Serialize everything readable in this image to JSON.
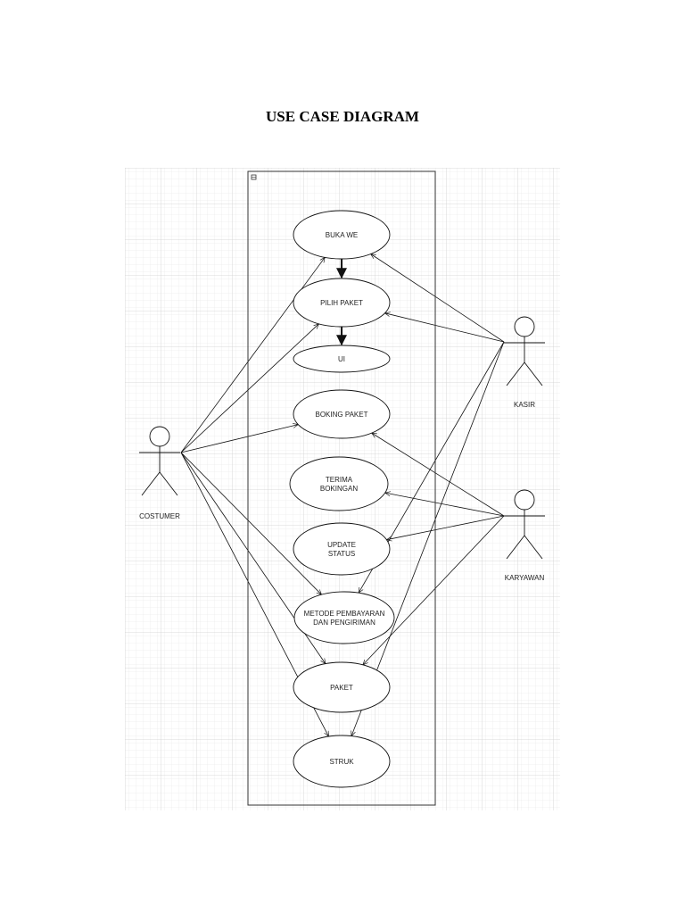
{
  "title": "USE CASE DIAGRAM",
  "system_boundary_icon": "boundary-icon",
  "actors": {
    "costumer": "COSTUMER",
    "kasir": "KASIR",
    "karyawan": "KARYAWAN"
  },
  "use_cases": {
    "buka_we": [
      "BUKA WE"
    ],
    "pilih_paket": [
      "PILIH PAKET"
    ],
    "ui": [
      "UI"
    ],
    "boking_paket": [
      "BOKING PAKET"
    ],
    "terima_bokingan": [
      "TERIMA",
      "BOKINGAN"
    ],
    "update_status": [
      "UPDATE",
      "STATUS"
    ],
    "metode_pembayaran": [
      "METODE PEMBAYARAN",
      "DAN PENGIRIMAN"
    ],
    "paket": [
      "PAKET"
    ],
    "struk": [
      "STRUK"
    ]
  },
  "relations": [
    {
      "from": "costumer",
      "to": "buka_we"
    },
    {
      "from": "costumer",
      "to": "pilih_paket"
    },
    {
      "from": "costumer",
      "to": "boking_paket"
    },
    {
      "from": "costumer",
      "to": "metode_pembayaran"
    },
    {
      "from": "costumer",
      "to": "paket"
    },
    {
      "from": "costumer",
      "to": "struk"
    },
    {
      "from": "kasir",
      "to": "buka_we"
    },
    {
      "from": "kasir",
      "to": "pilih_paket"
    },
    {
      "from": "kasir",
      "to": "metode_pembayaran"
    },
    {
      "from": "kasir",
      "to": "struk"
    },
    {
      "from": "karyawan",
      "to": "boking_paket"
    },
    {
      "from": "karyawan",
      "to": "terima_bokingan"
    },
    {
      "from": "karyawan",
      "to": "update_status"
    },
    {
      "from": "karyawan",
      "to": "paket"
    },
    {
      "from": "buka_we",
      "to": "pilih_paket"
    },
    {
      "from": "pilih_paket",
      "to": "ui"
    }
  ]
}
